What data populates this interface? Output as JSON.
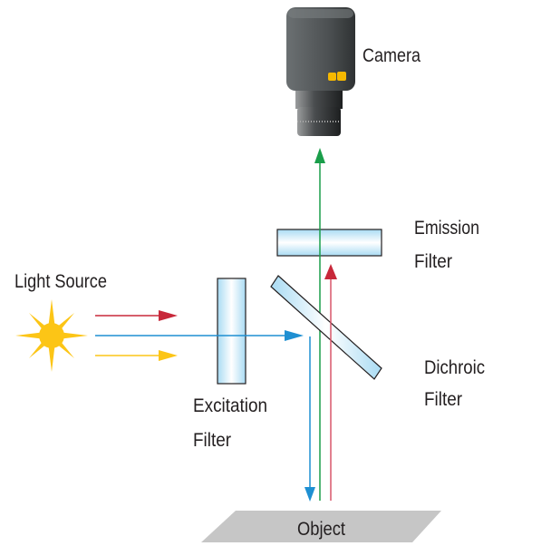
{
  "labels": {
    "camera": "Camera",
    "emission_filter": [
      "Emission",
      "Filter"
    ],
    "light_source": "Light Source",
    "dichroic_filter": [
      "Dichroic",
      "Filter"
    ],
    "excitation_filter": [
      "Excitation",
      "Filter"
    ],
    "object": "Object"
  },
  "colors": {
    "red_light": "#c8283a",
    "blue_light": "#1e8fd2",
    "yellow_light": "#fcc516",
    "green_emission": "#1a9e4a",
    "filter_fill": "#b9e2f5",
    "object_fill": "#c6c6c6",
    "camera_body": "#555a5c",
    "camera_logo": "#f5b800"
  }
}
